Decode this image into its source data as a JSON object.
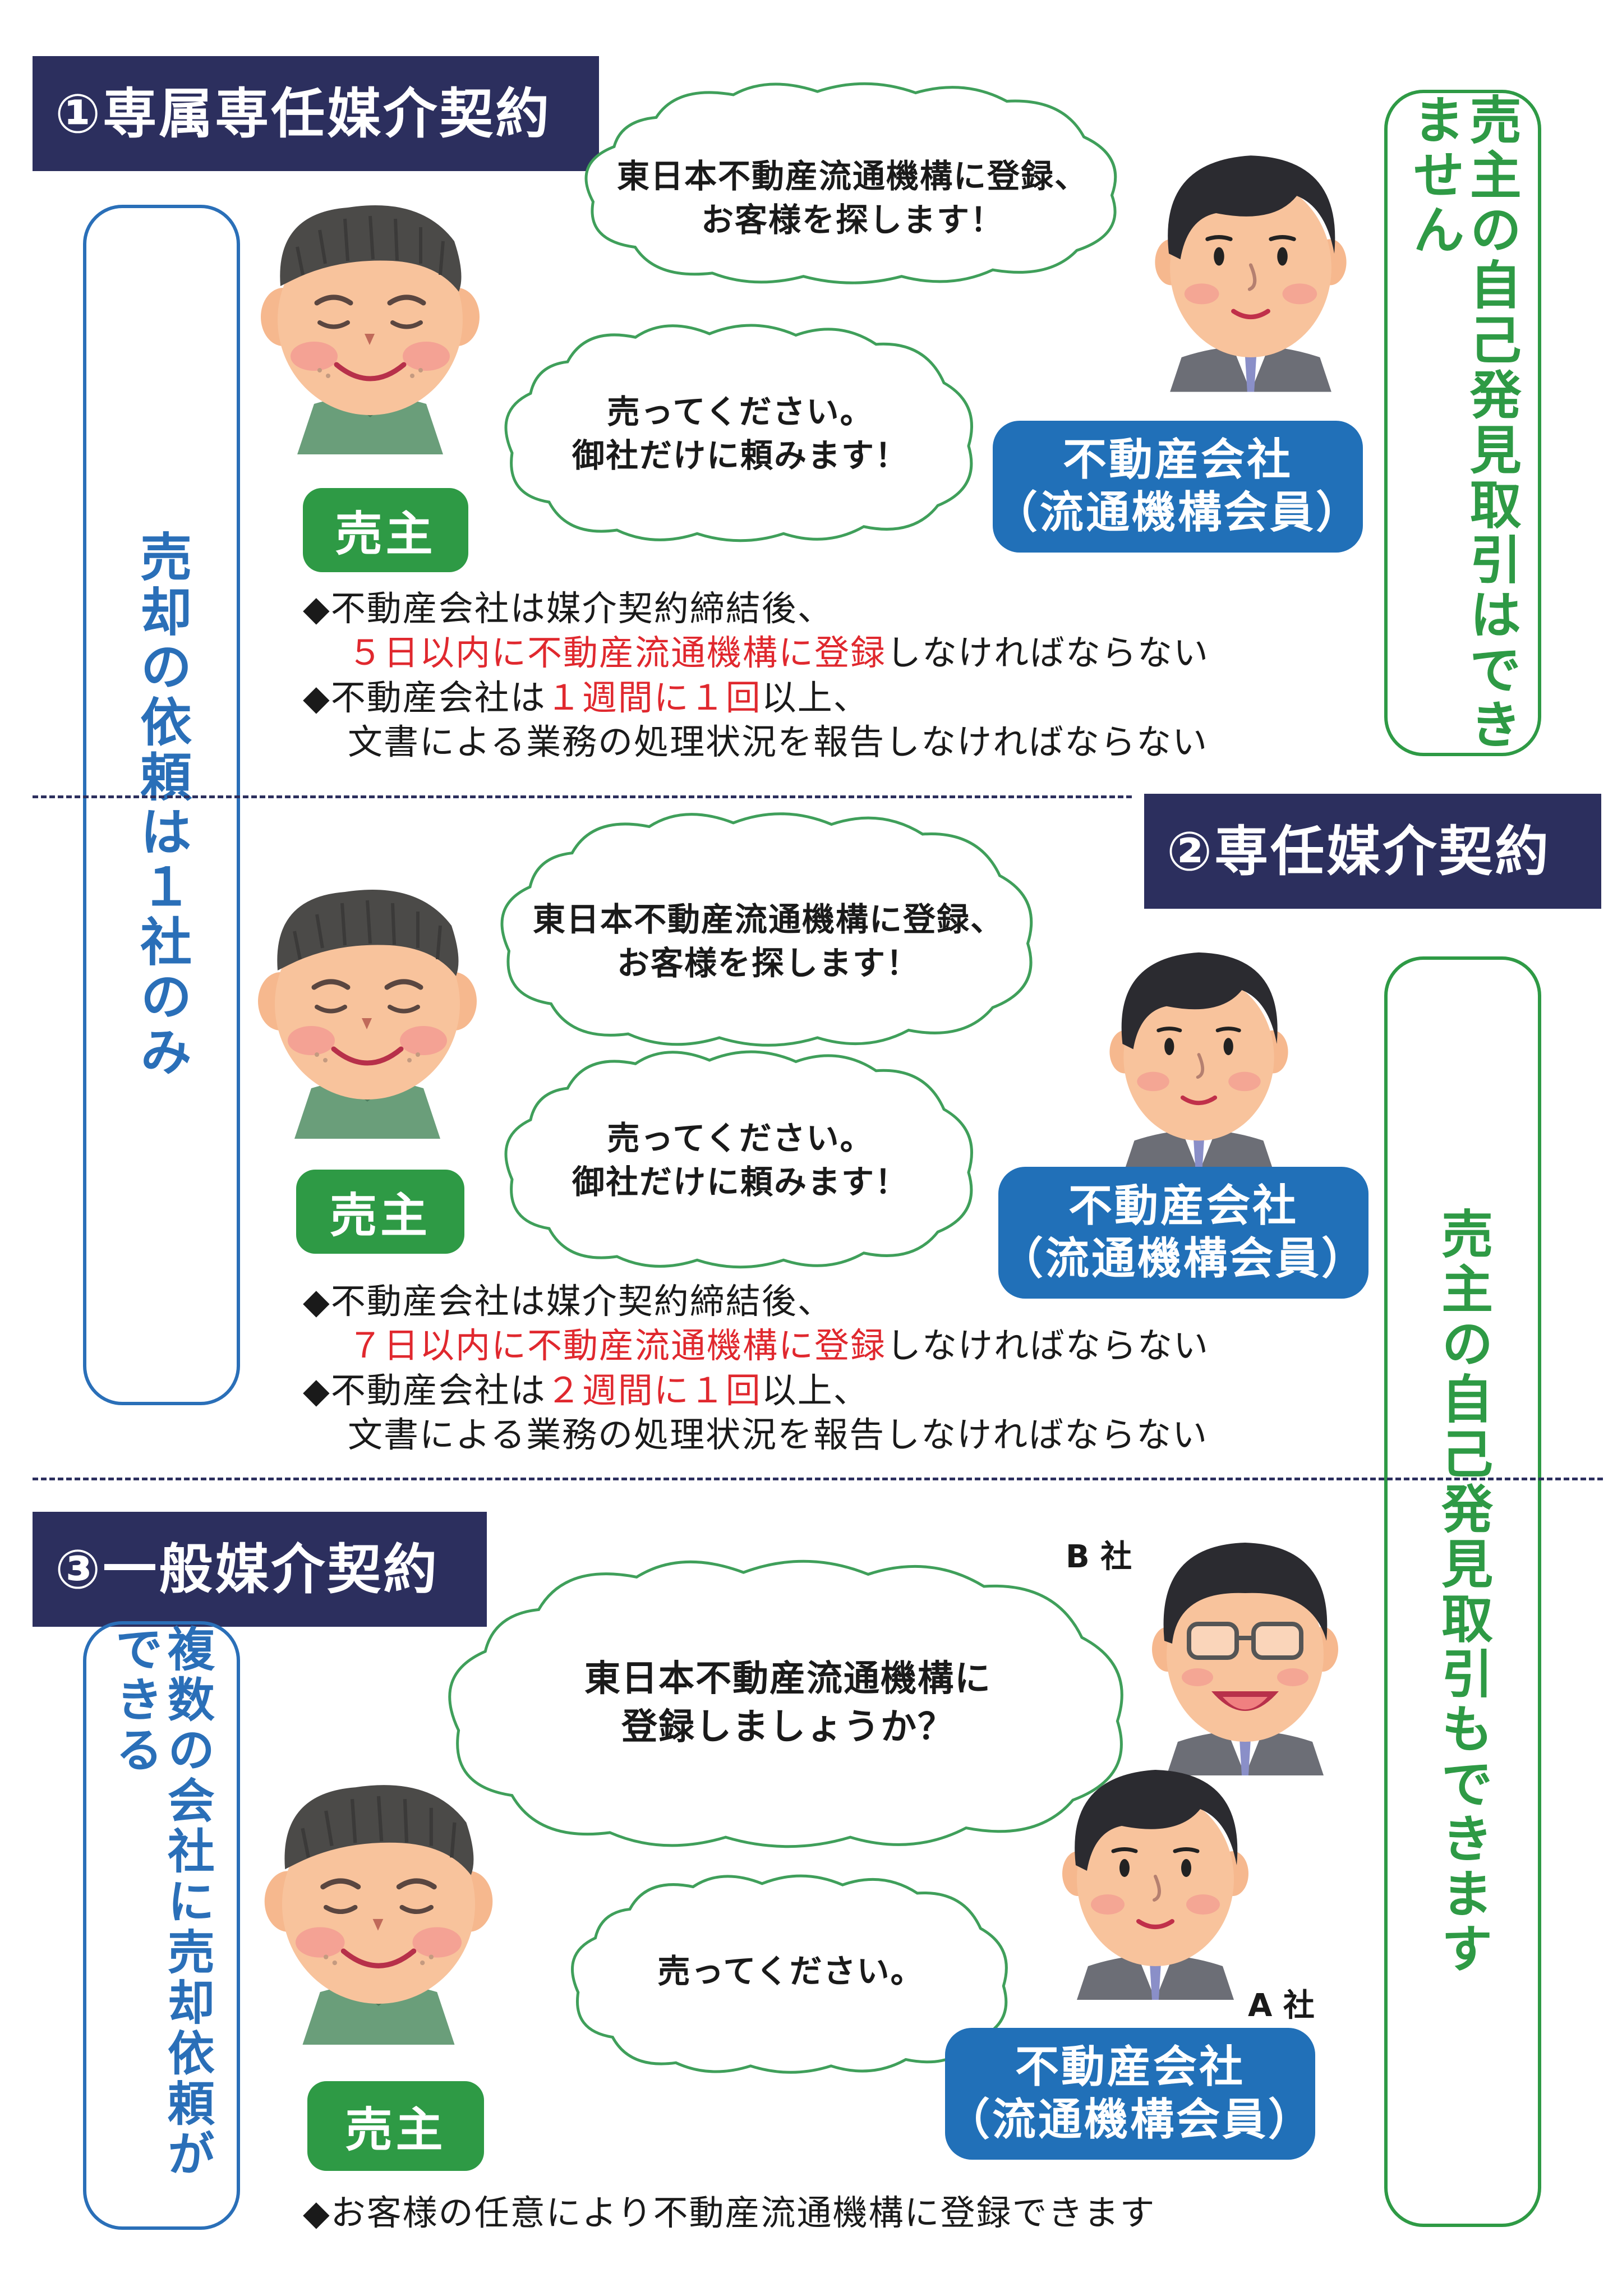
{
  "sections": [
    {
      "title": "①専属専任媒介契約",
      "agent_bubble": [
        "東日本不動産流通機構に登録、",
        "お客様を探します！"
      ],
      "seller_bubble": [
        "売ってください。",
        "御社だけに頼みます！"
      ],
      "seller_label": "売主",
      "agent_label": [
        "不動産会社",
        "（流通機構会員）"
      ],
      "notes": [
        {
          "prefix": "◆",
          "text": "不動産会社は媒介契約締結後、"
        },
        {
          "indent": true,
          "red": "５日以内に不動産流通機構に登録",
          "rest": "しなければならない"
        },
        {
          "prefix": "◆",
          "text_pre": "不動産会社は",
          "red": "１週間に１回",
          "rest": "以上、"
        },
        {
          "indent": true,
          "text": "文書による業務の処理状況を報告しなければならない"
        }
      ]
    },
    {
      "title": "②専任媒介契約",
      "agent_bubble": [
        "東日本不動産流通機構に登録、",
        "お客様を探します！"
      ],
      "seller_bubble": [
        "売ってください。",
        "御社だけに頼みます！"
      ],
      "seller_label": "売主",
      "agent_label": [
        "不動産会社",
        "（流通機構会員）"
      ],
      "notes": [
        {
          "prefix": "◆",
          "text": "不動産会社は媒介契約締結後、"
        },
        {
          "indent": true,
          "red": "７日以内に不動産流通機構に登録",
          "rest": "しなければならない"
        },
        {
          "prefix": "◆",
          "text_pre": "不動産会社は",
          "red": "２週間に１回",
          "rest": "以上、"
        },
        {
          "indent": true,
          "text": "文書による業務の処理状況を報告しなければならない"
        }
      ]
    },
    {
      "title": "③一般媒介契約",
      "agent_bubble": [
        "東日本不動産流通機構に",
        "登録しましょうか？"
      ],
      "seller_bubble": [
        "売ってください。"
      ],
      "seller_label": "売主",
      "agent_label": [
        "不動産会社",
        "（流通機構会員）"
      ],
      "company_b": "B 社",
      "company_a": "A 社",
      "note": "◆お客様の任意により不動産流通機構に登録できます"
    }
  ],
  "left_vertical": {
    "single": "売却の依頼は１社のみ",
    "multiple": "複数の会社に売却依頼ができる"
  },
  "right_vertical": {
    "cannot": "売主の自己発見取引はできません",
    "can": "売主の自己発見取引もできます"
  },
  "colors": {
    "navy": "#2c2f5e",
    "green": "#2e9a45",
    "blue": "#2170b8",
    "red": "#e0282e",
    "bubble_border": "#3f9f5a"
  }
}
